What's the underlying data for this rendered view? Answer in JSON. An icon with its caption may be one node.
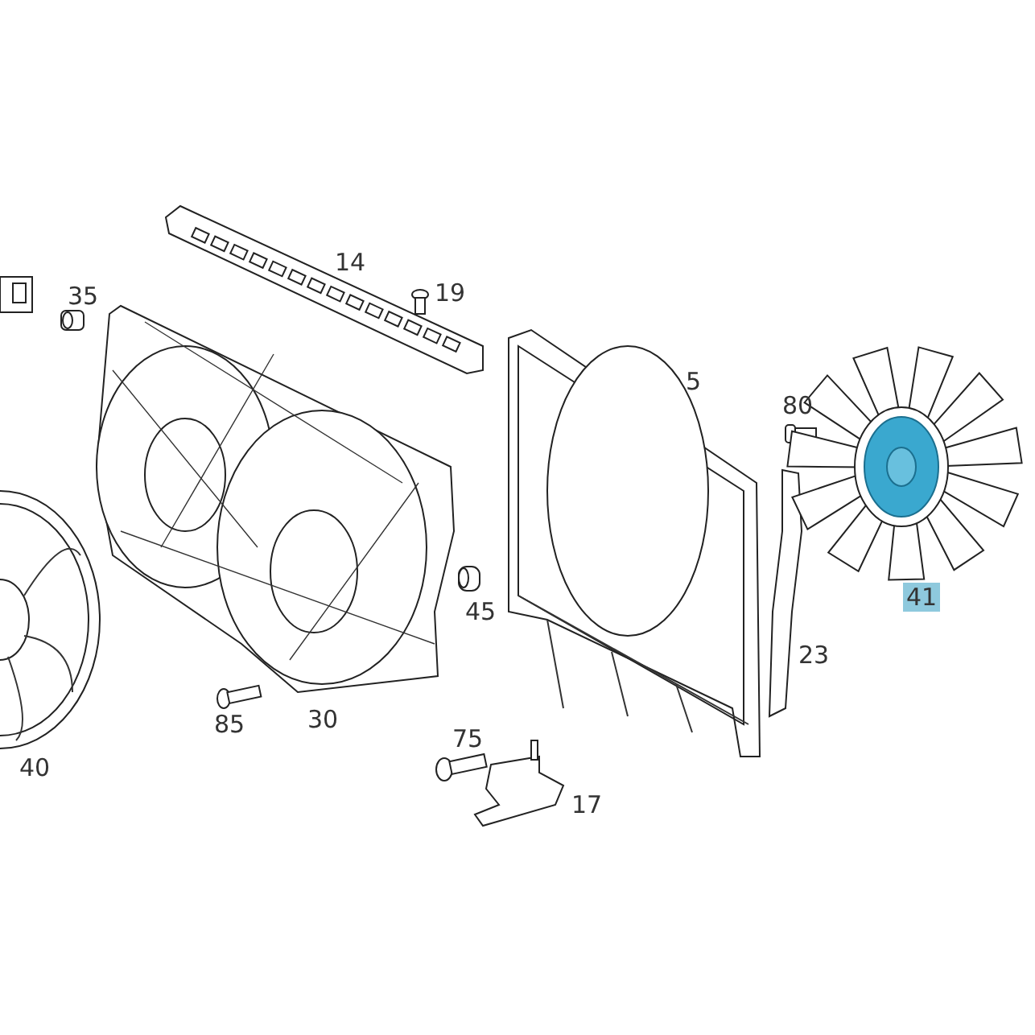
{
  "diagram": {
    "labels": [
      "14",
      "19",
      "35",
      "5",
      "80",
      "41",
      "45",
      "23",
      "85",
      "30",
      "75",
      "40",
      "17"
    ]
  }
}
